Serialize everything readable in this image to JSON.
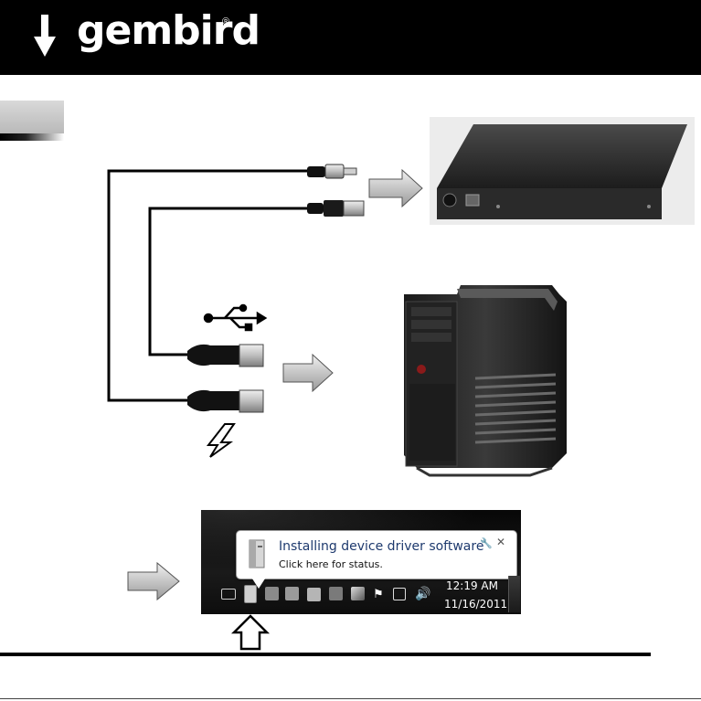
{
  "brand": {
    "name": "gembird",
    "reg_mark": "®",
    "logo_icon": "arrow-down-icon"
  },
  "colors": {
    "header_bg": "#000000",
    "accent": "#ffffff",
    "taskbar_bg": "#111111",
    "balloon_title": "#1e3a6e"
  },
  "icons": {
    "usb_symbol": "usb-icon",
    "power_symbol": "lightning-icon",
    "arrows": [
      "arrow-right-icon",
      "arrow-right-icon",
      "arrow-right-icon",
      "arrow-up-icon"
    ]
  },
  "notification": {
    "title": "Installing device driver software",
    "subtitle": "Click here for status.",
    "icon": "device-installer-icon"
  },
  "taskbar": {
    "time": "12:19 AM",
    "date": "11/16/2011",
    "tray_icons": [
      "mail-icon",
      "device-installer-icon",
      "app-icon",
      "checkmark-icon",
      "keyboard-icon",
      "network-icon",
      "generic-app-icon",
      "flag-icon",
      "network-connection-icon",
      "volume-icon"
    ]
  }
}
